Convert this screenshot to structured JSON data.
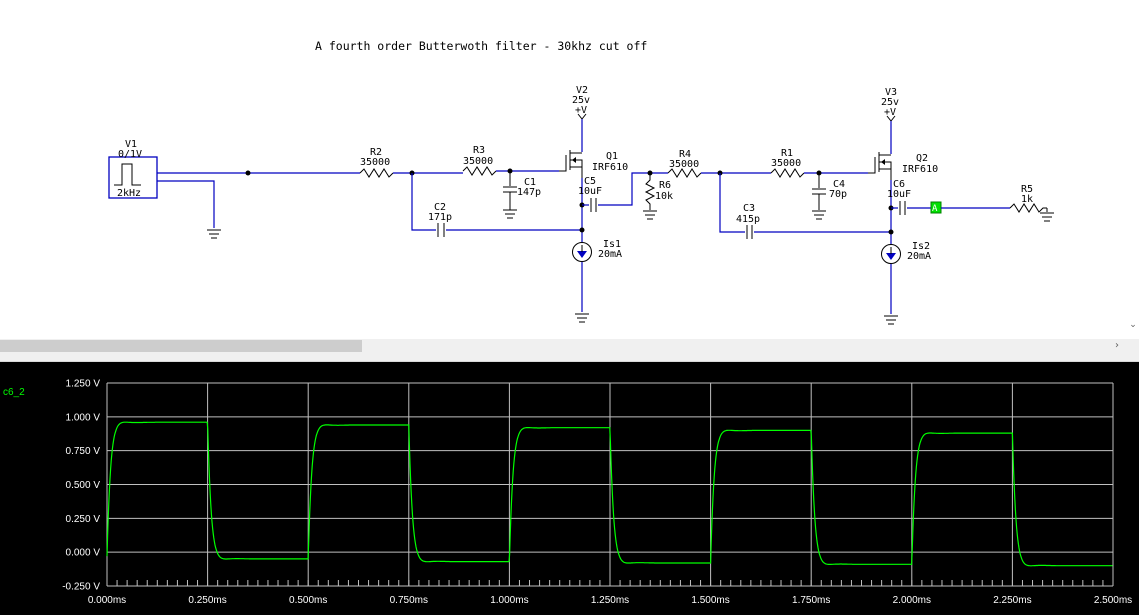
{
  "schematic": {
    "title": "A fourth order Butterwoth filter - 30khz cut off",
    "components": {
      "V1": {
        "name": "V1",
        "value": "0/1V",
        "freq": "2kHz"
      },
      "R2": {
        "name": "R2",
        "value": "35000"
      },
      "R3": {
        "name": "R3",
        "value": "35000"
      },
      "C1": {
        "name": "C1",
        "value": "147p"
      },
      "C2": {
        "name": "C2",
        "value": "171p"
      },
      "V2": {
        "name": "V2",
        "value": "25v",
        "sym": "+V"
      },
      "Q1": {
        "name": "Q1",
        "value": "IRF610"
      },
      "C5": {
        "name": "C5",
        "value": "10uF"
      },
      "R6": {
        "name": "R6",
        "value": "10k"
      },
      "Is1": {
        "name": "Is1",
        "value": "20mA"
      },
      "R4": {
        "name": "R4",
        "value": "35000"
      },
      "R1": {
        "name": "R1",
        "value": "35000"
      },
      "C4": {
        "name": "C4",
        "value": "70p"
      },
      "C3": {
        "name": "C3",
        "value": "415p"
      },
      "V3": {
        "name": "V3",
        "value": "25v",
        "sym": "+V"
      },
      "Q2": {
        "name": "Q2",
        "value": "IRF610"
      },
      "C6": {
        "name": "C6",
        "value": "10uF"
      },
      "Is2": {
        "name": "Is2",
        "value": "20mA"
      },
      "R5": {
        "name": "R5",
        "value": "1k"
      },
      "probe": {
        "label": "A"
      }
    }
  },
  "scope": {
    "trace_name": "c6_2",
    "trace_color": "#00ff00",
    "grid_color": "#c0c0c0",
    "background": "#000000"
  },
  "chart_data": {
    "type": "line",
    "series": [
      {
        "name": "c6_2"
      }
    ],
    "x_ticks": [
      "0.000ms",
      "0.250ms",
      "0.500ms",
      "0.750ms",
      "1.000ms",
      "1.250ms",
      "1.500ms",
      "1.750ms",
      "2.000ms",
      "2.250ms",
      "2.500ms"
    ],
    "y_ticks": [
      "1.250 V",
      "1.000 V",
      "0.750 V",
      "0.500 V",
      "0.250 V",
      "0.000 V",
      "-0.250 V"
    ],
    "xlim": [
      0,
      2.5
    ],
    "ylim": [
      -0.25,
      1.25
    ],
    "x_unit": "ms",
    "y_unit": "V",
    "grid": true,
    "signal": {
      "period_ms": 0.5,
      "duty": 0.5,
      "high_levels": [
        0.96,
        0.94,
        0.92,
        0.9,
        0.88
      ],
      "low_levels": [
        -0.03,
        -0.05,
        -0.07,
        -0.08,
        -0.09,
        -0.1
      ],
      "overshoot": 0.08,
      "rise_ms": 0.02
    }
  }
}
